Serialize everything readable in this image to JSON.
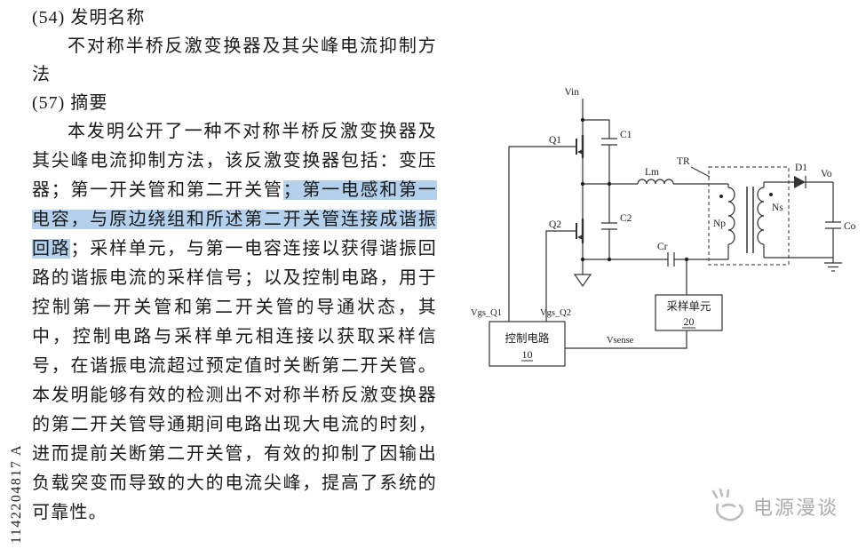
{
  "page": {
    "patent_number_vertical": "1142204817 A"
  },
  "sections": {
    "title_label": "(54) 发明名称",
    "title_text": "不对称半桥反激变换器及其尖峰电流抑制方法",
    "abstract_label": "(57) 摘要",
    "abstract": {
      "before_highlight": "本发明公开了一种不对称半桥反激变换器及其尖峰电流抑制方法，该反激变换器包括：变压器；第一开关管和第二开关管",
      "highlight": "；第一电感和第一电容，与原边绕组和所述第二开关管连接成谐振回路",
      "after_highlight": "；采样单元，与第一电容连接以获得谐振回路的谐振电流的采样信号；以及控制电路，用于控制第一开关管和第二开关管的导通状态，其中，控制电路与采样单元相连接以获取采样信号，在谐振电流超过预定值时关断第二开关管。本发明能够有效的检测出不对称半桥反激变换器的第二开关管导通期间电路出现大电流的时刻，进而提前关断第二开关管，有效的抑制了因输出负载突变而导致的大的电流尖峰，提高了系统的可靠性。"
    }
  },
  "diagram": {
    "labels": {
      "vin": "Vin",
      "q1": "Q1",
      "c1": "C1",
      "q2": "Q2",
      "c2": "C2",
      "lm": "Lm",
      "tr": "TR",
      "np": "Np",
      "ns": "Ns",
      "d1": "D1",
      "vo": "Vo",
      "co": "Co",
      "cr": "Cr",
      "vgs_q1": "Vgs_Q1",
      "vgs_q2": "Vgs_Q2",
      "vsense": "Vsense"
    },
    "blocks": {
      "sampling_unit_label": "采样单元",
      "sampling_unit_ref": "20",
      "control_circuit_label": "控制电路",
      "control_circuit_ref": "10"
    }
  },
  "watermark": {
    "text": "电源漫谈"
  },
  "colors": {
    "highlight": "#b3d1ec",
    "wire": "#333333",
    "text": "#1a1a1a",
    "watermark": "#acacac"
  }
}
